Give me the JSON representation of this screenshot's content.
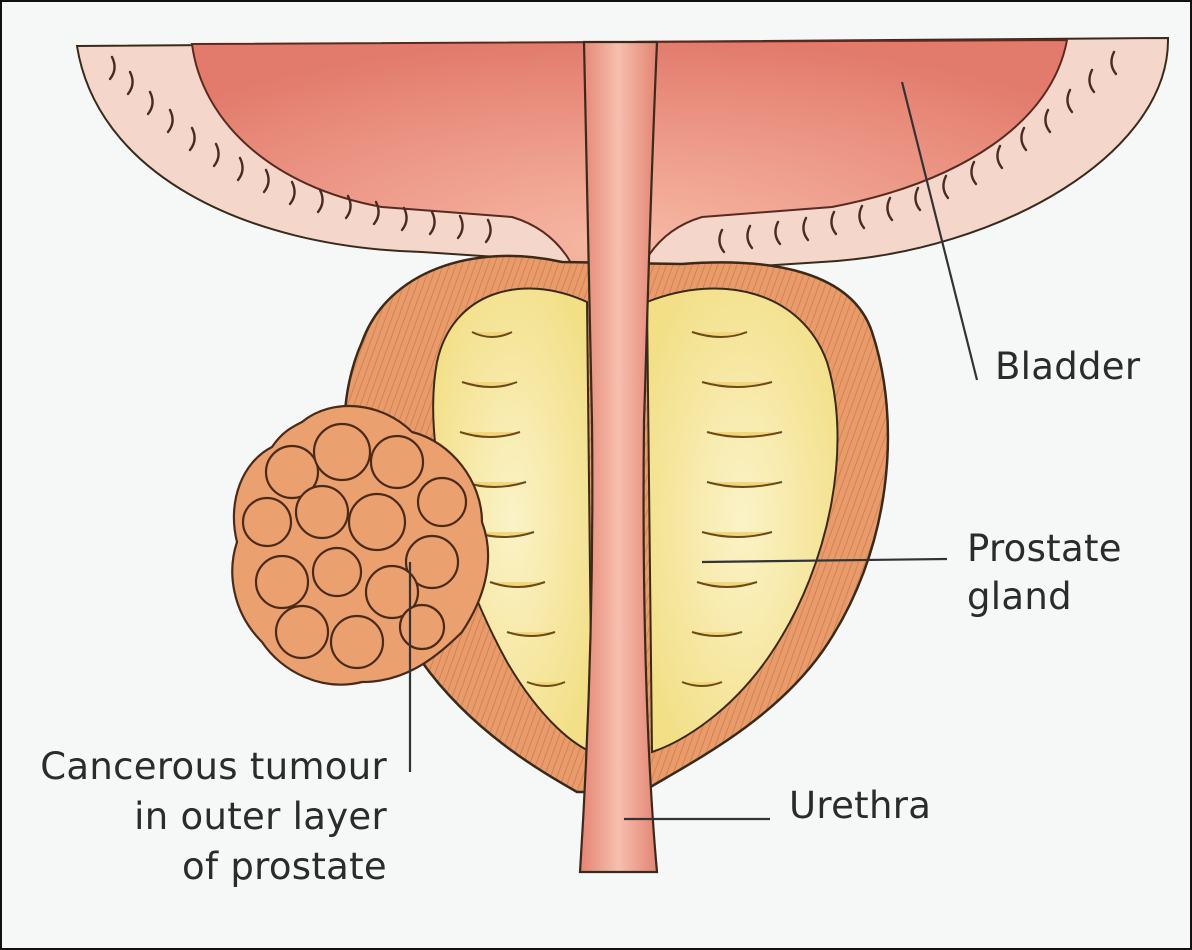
{
  "labels": {
    "bladder": "Bladder",
    "prostate_line1": "Prostate",
    "prostate_line2": "gland",
    "urethra": "Urethra",
    "tumour_line1": "Cancerous tumour",
    "tumour_line2": "in outer layer",
    "tumour_line3": "of prostate"
  },
  "colors": {
    "bladder_lumen": "#e98f82",
    "bladder_wall": "#f3d3c8",
    "capsule": "#e59a6a",
    "gland_tissue": "#f7e9a4",
    "urethra": "#ee9c86",
    "tumour": "#ea9b6a",
    "outline": "#3a2a1a"
  }
}
